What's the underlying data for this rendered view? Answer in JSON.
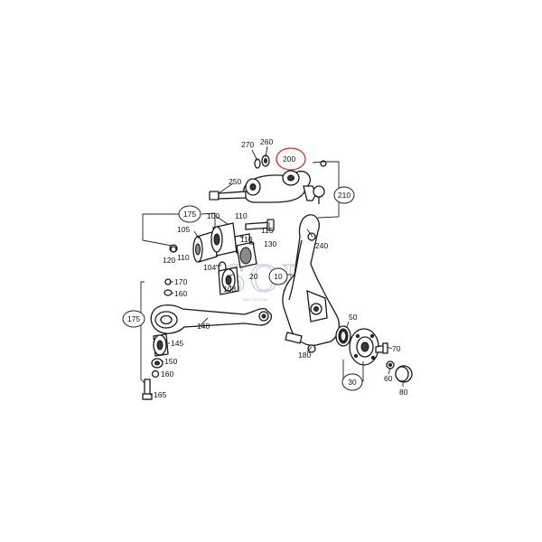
{
  "callouts": {
    "c270": "270",
    "c260": "260",
    "c200": "200",
    "c210": "210",
    "c250": "250",
    "c175a": "175",
    "c100": "100",
    "c105": "105",
    "c110a": "110",
    "c115": "115",
    "c110b": "110",
    "c120": "120",
    "c130": "130",
    "c104": "104",
    "c240": "240",
    "c103": "103",
    "c20": "20",
    "c10": "10",
    "c170": "170",
    "c160a": "160",
    "c175b": "175",
    "c140": "140",
    "c145": "145",
    "c150": "150",
    "c160b": "160",
    "c165": "165",
    "c50": "50",
    "c180": "180",
    "c70": "70",
    "c60": "60",
    "c30": "30",
    "c80": "80"
  },
  "watermark": {
    "logo": "SOL",
    "tagline": "Sales On Line"
  },
  "colors": {
    "highlight": "#d0342c",
    "line": "#1a1a1a",
    "watermark": "#b8c4d6"
  }
}
